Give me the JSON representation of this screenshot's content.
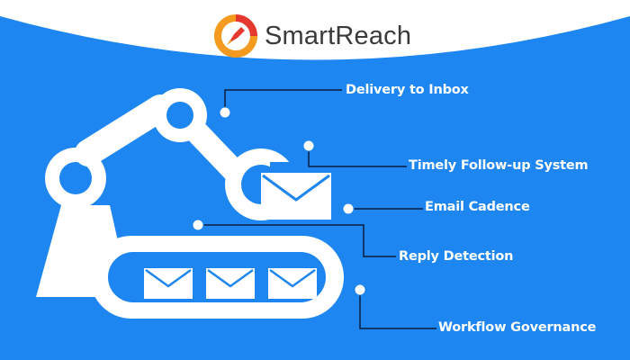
{
  "brand": {
    "name": "SmartReach",
    "logo_icon": "rocket-flame-logo-icon",
    "colors": {
      "orange": "#f39a1f",
      "red": "#e5382f",
      "text": "#3a3a3a"
    }
  },
  "background_color": "#1e86f0",
  "header_color": "#ffffff",
  "features": [
    {
      "label": "Delivery to Inbox"
    },
    {
      "label": "Timely Follow-up System"
    },
    {
      "label": "Email Cadence"
    },
    {
      "label": "Reply Detection"
    },
    {
      "label": "Workflow Governance"
    }
  ],
  "icons": [
    "robotic-arm-icon",
    "conveyor-belt-icon",
    "envelope-icon"
  ]
}
